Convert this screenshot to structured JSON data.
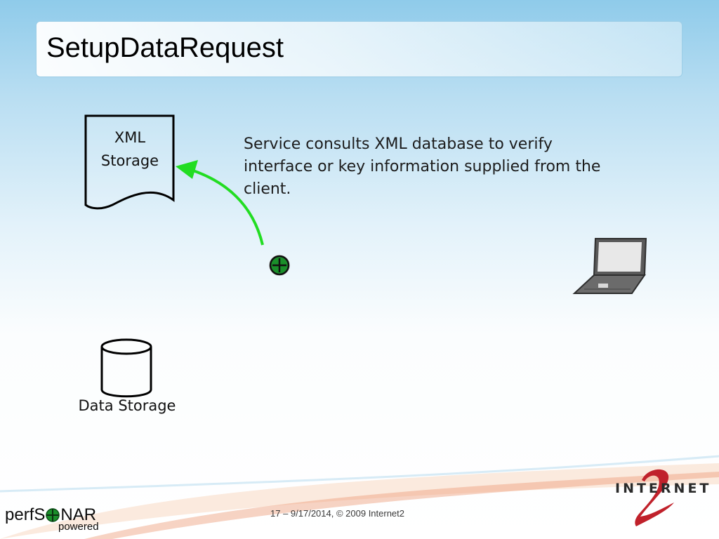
{
  "slide": {
    "title": "SetupDataRequest",
    "description": "Service consults XML database to verify interface or key information supplied from the client.",
    "footer": "17 – 9/17/2014, © 2009 Internet2"
  },
  "diagram": {
    "xml_storage_line1": "XML",
    "xml_storage_line2": "Storage",
    "data_storage_label": "Data Storage"
  },
  "logos": {
    "perfsonar_left": "perfS",
    "perfsonar_right": "NAR",
    "perfsonar_sub": "powered",
    "internet2_text": "INTERNET"
  },
  "colors": {
    "arrow": "#22dd22",
    "token_fill": "#1a8f2a",
    "laptop": "#4a4a4a"
  }
}
